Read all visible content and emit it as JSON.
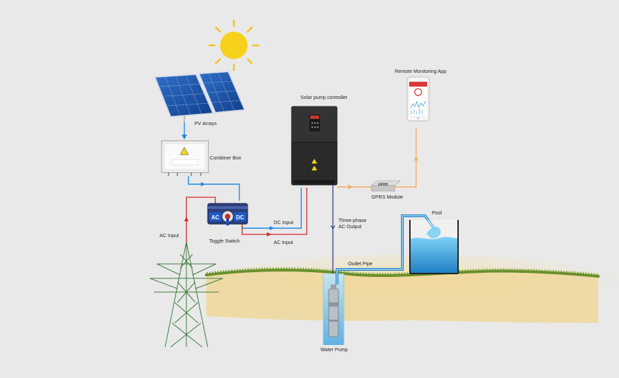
{
  "labels": {
    "pv_arrays": "PV Arrays",
    "combiner_box": "Combiner Box",
    "toggle_switch": "Toggle Switch",
    "ac_input_left": "AC Input",
    "dc_input": "DC Input",
    "ac_input_bottom": "AC Input",
    "controller": "Solar pump controller",
    "three_phase_line1": "Three-phase",
    "three_phase_line2": "AC Output",
    "gprs_module": "GPRS Module",
    "remote_app": "Remote Monitoring App",
    "pool": "Pool",
    "outlet_pipe": "Outlet Pipe",
    "water_pump": "Water Pump"
  },
  "device_text": {
    "toggle_ac": "AC",
    "toggle_dc": "DC",
    "gprs_badge": "GPRS"
  },
  "colors": {
    "background": "#e9e9e9",
    "dc_wire": "#1e88e5",
    "ac_wire": "#d62728",
    "data_wire": "#f5a142",
    "pump_wire": "#2b3f8f",
    "sun": "#f7d21c",
    "water": "#3aa3e0",
    "ground": "#efd79a",
    "grass": "#6a8f2d"
  },
  "icons": {
    "sun": "sun-icon",
    "solar_panel": "solar-panel-icon",
    "combiner_box": "combiner-box-icon",
    "toggle_switch": "toggle-switch-icon",
    "controller": "controller-icon",
    "gprs_module": "gprs-module-icon",
    "phone": "smartphone-icon",
    "pylon": "power-pylon-icon",
    "pool": "pool-tank-icon",
    "pump": "submersible-pump-icon"
  }
}
